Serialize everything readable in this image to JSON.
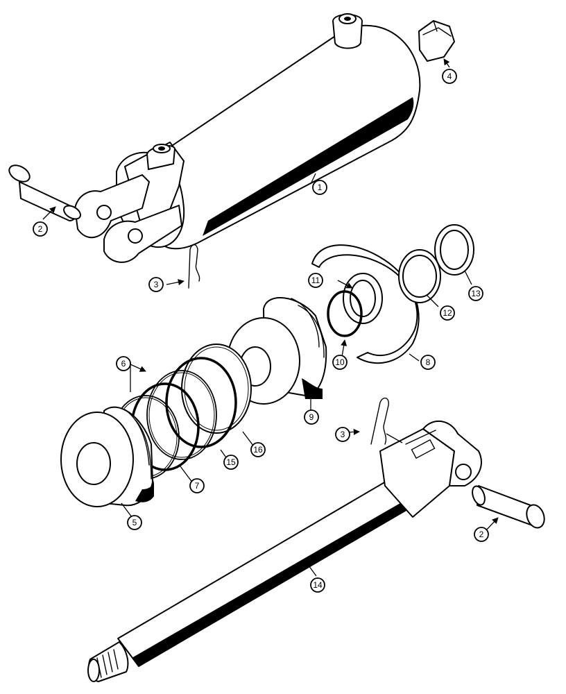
{
  "callouts": {
    "c1": "1",
    "c2a": "2",
    "c2b": "2",
    "c3a": "3",
    "c3b": "3",
    "c4": "4",
    "c5": "5",
    "c6": "6",
    "c7": "7",
    "c8": "8",
    "c9": "9",
    "c10": "10",
    "c11": "11",
    "c12": "12",
    "c13": "13",
    "c14": "14",
    "c15": "15",
    "c16": "16"
  }
}
